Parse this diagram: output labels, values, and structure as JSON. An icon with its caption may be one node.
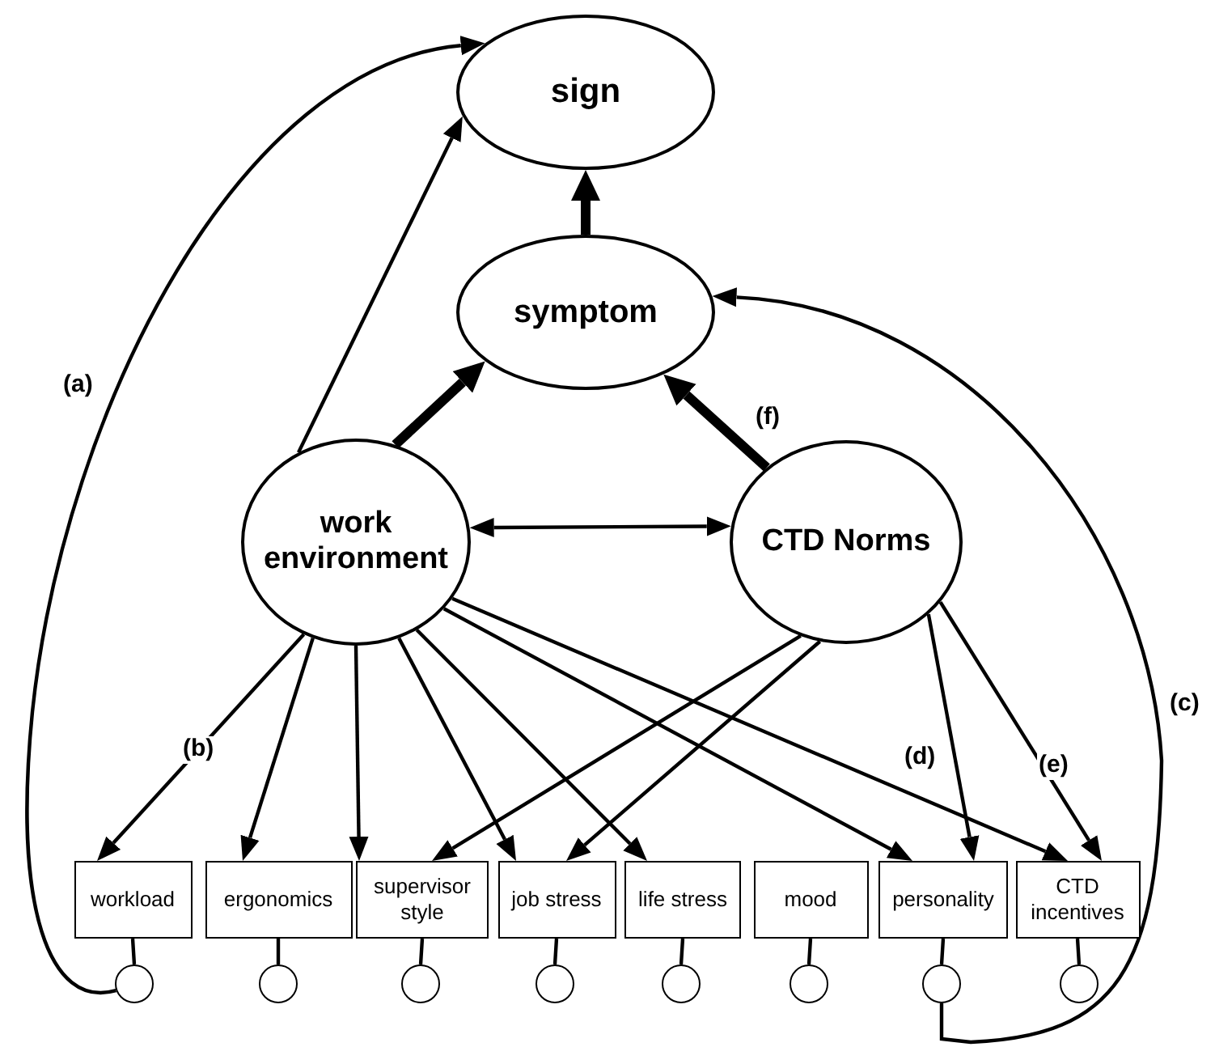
{
  "diagram": {
    "nodes": [
      {
        "text": [
          "sign"
        ]
      },
      {
        "text": [
          "symptom"
        ]
      },
      {
        "text": [
          "work environment"
        ]
      },
      {
        "text": [
          "CTD Norms"
        ]
      },
      {
        "text": [
          "workload"
        ]
      },
      {
        "text": [
          "ergonomics"
        ]
      },
      {
        "text": [
          "supervisor style"
        ]
      },
      {
        "text": [
          "job stress"
        ]
      },
      {
        "text": [
          "life stress"
        ]
      },
      {
        "text": [
          "mood"
        ]
      },
      {
        "text": [
          "personality"
        ]
      },
      {
        "text": [
          "CTD incentives"
        ]
      },
      {
        "text": [],
        "shape": "circle"
      },
      {
        "text": [],
        "shape": "circle"
      },
      {
        "text": [],
        "shape": "circle"
      },
      {
        "text": [],
        "shape": "circle"
      },
      {
        "text": [],
        "shape": "circle"
      },
      {
        "text": [],
        "shape": "circle"
      },
      {
        "text": [],
        "shape": "circle"
      },
      {
        "text": [],
        "shape": "circle"
      }
    ],
    "edges": [
      {
        "from": 1,
        "to": 0,
        "arrow": "to",
        "style": "thick"
      },
      {
        "from": 2,
        "to": 0,
        "arrow": "to"
      },
      {
        "from": 2,
        "to": 1,
        "arrow": "to",
        "style": "thick"
      },
      {
        "from": 3,
        "to": 1,
        "arrow": "to",
        "style": "thick",
        "label": "(f)"
      },
      {
        "from": 2,
        "to": 3,
        "arrow": "both"
      },
      {
        "from": 2,
        "to": 4,
        "arrow": "to",
        "label": "(b)"
      },
      {
        "from": 2,
        "to": 5,
        "arrow": "to"
      },
      {
        "from": 2,
        "to": 6,
        "arrow": "to"
      },
      {
        "from": 2,
        "to": 7,
        "arrow": "to"
      },
      {
        "from": 2,
        "to": 8,
        "arrow": "to"
      },
      {
        "from": 2,
        "to": 10,
        "arrow": "to"
      },
      {
        "from": 2,
        "to": 11,
        "arrow": "to"
      },
      {
        "from": 3,
        "to": 6,
        "arrow": "to"
      },
      {
        "from": 3,
        "to": 7,
        "arrow": "to"
      },
      {
        "from": 3,
        "to": 10,
        "arrow": "to",
        "label": "(d)"
      },
      {
        "from": 3,
        "to": 11,
        "arrow": "to",
        "label": "(e)"
      },
      {
        "from": 12,
        "to": 0,
        "arrow": "to",
        "label": "(a)"
      },
      {
        "from": 18,
        "to": 1,
        "arrow": "to",
        "label": "(c)"
      },
      {
        "from": 4,
        "to": 12,
        "arrow": "none"
      },
      {
        "from": 5,
        "to": 13,
        "arrow": "none"
      },
      {
        "from": 6,
        "to": 14,
        "arrow": "none"
      },
      {
        "from": 7,
        "to": 15,
        "arrow": "none"
      },
      {
        "from": 8,
        "to": 16,
        "arrow": "none"
      },
      {
        "from": 9,
        "to": 17,
        "arrow": "none"
      },
      {
        "from": 10,
        "to": 18,
        "arrow": "none"
      },
      {
        "from": 11,
        "to": 19,
        "arrow": "none"
      }
    ]
  }
}
